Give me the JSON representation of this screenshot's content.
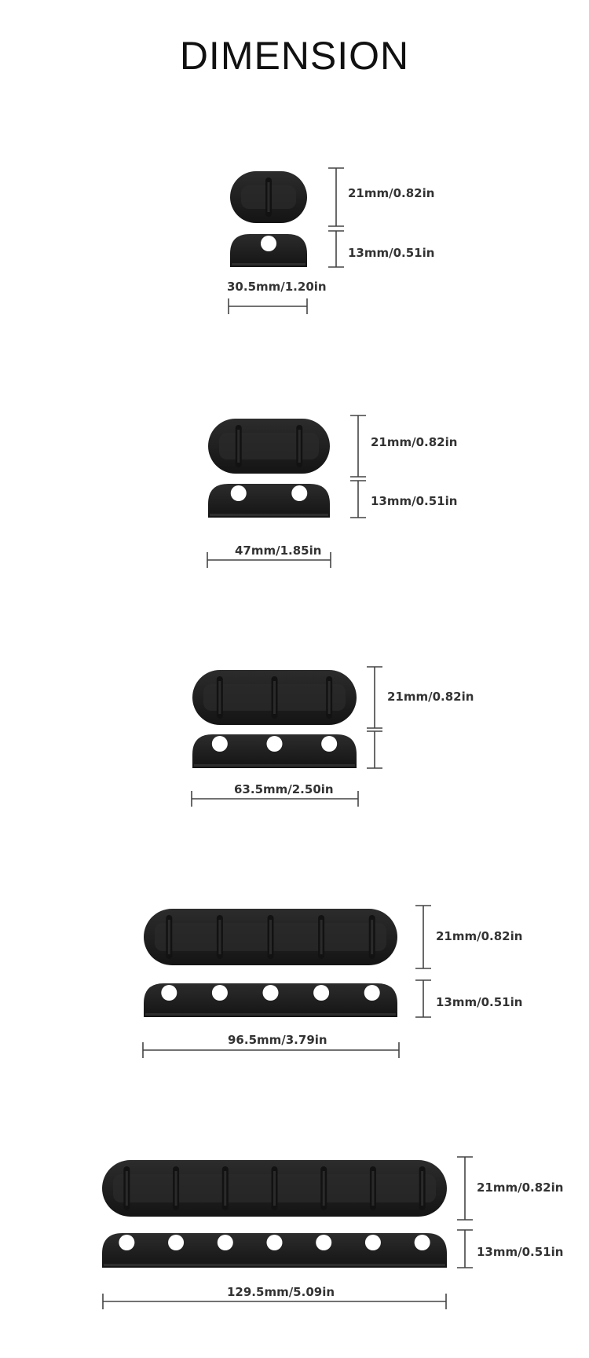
{
  "page": {
    "title": "DIMENSION"
  },
  "products": [
    {
      "slots": 1,
      "height_label": "21mm/0.82in",
      "depth_label": "13mm/0.51in",
      "width_label": "30.5mm/1.20in"
    },
    {
      "slots": 2,
      "height_label": "21mm/0.82in",
      "depth_label": "13mm/0.51in",
      "width_label": "47mm/1.85in"
    },
    {
      "slots": 3,
      "height_label": "21mm/0.82in",
      "depth_label": "",
      "width_label": "63.5mm/2.50in"
    },
    {
      "slots": 5,
      "height_label": "21mm/0.82in",
      "depth_label": "13mm/0.51in",
      "width_label": "96.5mm/3.79in"
    },
    {
      "slots": 7,
      "height_label": "21mm/0.82in",
      "depth_label": "13mm/0.51in",
      "width_label": "129.5mm/5.09in"
    }
  ],
  "colors": {
    "clip": "#1e1e1e",
    "clip_highlight": "#3a3a3a",
    "line": "#444444",
    "background": "#ffffff"
  }
}
